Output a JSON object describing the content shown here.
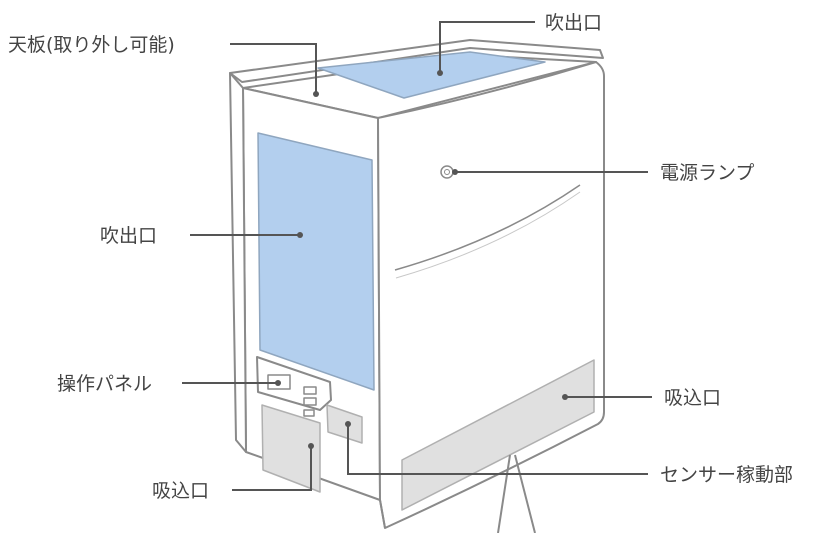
{
  "labels": {
    "top_panel": "天板(取り外し可能)",
    "top_outlet": "吹出口",
    "side_outlet": "吹出口",
    "power_lamp": "電源ランプ",
    "control_panel": "操作パネル",
    "front_intake": "吸込口",
    "side_intake": "吸込口",
    "sensor": "センサー稼動部"
  },
  "colors": {
    "outline": "#8a8a8a",
    "body_fill": "#ffffff",
    "vent_blue": "#b3cfee",
    "vent_gray": "#e0e0e0",
    "leader_line": "#555555",
    "text": "#444444"
  }
}
